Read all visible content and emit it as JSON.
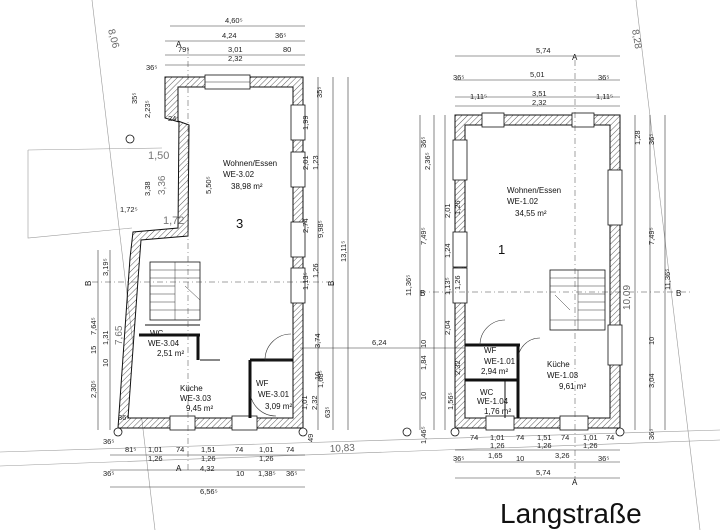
{
  "street_name": "Langstraße",
  "units": {
    "unit3": {
      "number": "3",
      "living": {
        "name": "Wohnen/Essen",
        "id": "WE-3.02",
        "area": "38,98 m²"
      },
      "wc": {
        "name": "WC",
        "id": "WE-3.04",
        "area": "2,51 m²"
      },
      "kitchen": {
        "name": "Küche",
        "id": "WE-3.03",
        "area": "9,45 m²"
      },
      "utility": {
        "name": "WF",
        "id": "WE-3.01",
        "area": "3,09 m²"
      }
    },
    "unit1": {
      "number": "1",
      "living": {
        "name": "Wohnen/Essen",
        "id": "WE-1.02",
        "area": "34,55 m²"
      },
      "utility": {
        "name": "WF",
        "id": "WE-1.01",
        "area": "2,94 m²"
      },
      "wc": {
        "name": "WC",
        "id": "WE-1.04",
        "area": "1,76 m²"
      },
      "kitchen": {
        "name": "Küche",
        "id": "WE-1.03",
        "area": "9,61 m²"
      }
    }
  },
  "section_marks": {
    "a": "A",
    "b": "B"
  },
  "dims_left": {
    "top_total": "4,60⁵",
    "top_a": "4,24",
    "top_b": "36⁵",
    "top_c": "79⁵",
    "top_d": "3,01",
    "top_e": "80",
    "top_f": "2,32",
    "top_g": "36⁵",
    "side_1": "35⁵",
    "side_2": "2,23⁵",
    "side_3": "24",
    "side_4": "1,50",
    "side_5": "3,38",
    "side_6": "3,36",
    "side_7": "5,50⁵",
    "side_8": "1,72⁵",
    "side_9": "1,72",
    "side_10": "3,19⁵",
    "side_11": "7,64⁵",
    "side_12": "7,65",
    "side_13": "1,31",
    "side_14": "15",
    "side_15": "10",
    "side_16": "2,30⁵",
    "side_17": "36⁵",
    "side_18": "36⁵",
    "right_1": "1,99",
    "right_2": "2,01",
    "right_3": "1,23",
    "right_4": "2,74",
    "right_5": "9,98⁵",
    "right_6": "13,11⁵",
    "right_7": "1,13⁵",
    "right_8": "1,26",
    "right_9": "3,74",
    "right_10": "1,68⁵",
    "right_11": "1,01",
    "right_12": "2,32",
    "right_13": "63⁵",
    "right_14": "49",
    "right_15": "35⁵",
    "right_16": "10",
    "bottom_1": "81⁵",
    "bottom_2": "1,01",
    "bottom_3": "1,26",
    "bottom_4": "74",
    "bottom_5": "1,51",
    "bottom_6": "1,26",
    "bottom_7": "74",
    "bottom_8": "1,01",
    "bottom_9": "1,26",
    "bottom_10": "74",
    "bottom_11": "36⁵",
    "bottom_12": "4,32",
    "bottom_13": "10",
    "bottom_14": "1,38⁵",
    "bottom_15": "36⁵",
    "bottom_16": "6,56⁵",
    "road_1": "8,06",
    "road_2": "10,83",
    "mid": "6,24"
  },
  "dims_right": {
    "top_total": "5,74",
    "top_a": "5,01",
    "top_b": "36⁵",
    "top_c": "36⁵",
    "top_d": "1,11⁵",
    "top_e": "3,51",
    "top_f": "1,11⁵",
    "top_g": "2,32",
    "road": "8,28",
    "left_1": "36⁵",
    "left_2": "2,36⁵",
    "left_3": "2,01",
    "left_4": "1,26",
    "left_5": "7,49⁵",
    "left_6": "1,24",
    "left_7": "11,36⁵",
    "left_8": "1,13⁵",
    "left_9": "1,26",
    "left_10": "2,04",
    "left_11": "1,84",
    "left_12": "2,32",
    "left_13": "10",
    "left_14": "1,56⁵",
    "left_15": "10",
    "left_16": "1,46⁵",
    "right_1": "1,28",
    "right_2": "36⁵",
    "right_3": "7,49⁵",
    "right_4": "11,36⁵",
    "right_5": "10,09",
    "right_6": "10",
    "right_7": "3,04",
    "right_8": "36⁵",
    "bottom_1": "74",
    "bottom_2": "1,01",
    "bottom_3": "1,26",
    "bottom_4": "74",
    "bottom_5": "1,51",
    "bottom_6": "1,26",
    "bottom_7": "74",
    "bottom_8": "1,01",
    "bottom_9": "1,26",
    "bottom_10": "74",
    "bottom_11": "36⁵",
    "bottom_12": "1,65",
    "bottom_13": "10",
    "bottom_14": "3,26",
    "bottom_15": "36⁵",
    "bottom_16": "5,74"
  }
}
